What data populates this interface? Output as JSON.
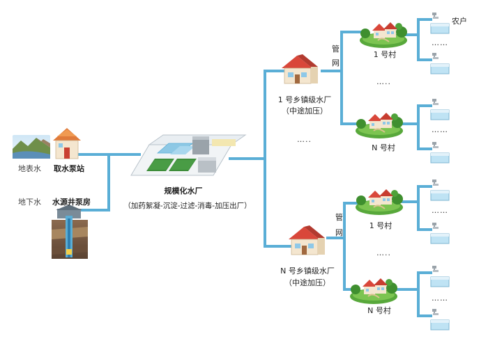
{
  "sources": {
    "surface_water": "地表水",
    "intake_pump_station": "取水泵站",
    "groundwater": "地下水",
    "well_pump_house": "水源井泵房"
  },
  "main_plant": {
    "name": "规模化水厂",
    "process": "（加药絮凝-沉淀-过滤-消毒-加压出厂）"
  },
  "town_plant_1": {
    "name": "1 号乡镇级水厂",
    "note": "（中途加压）"
  },
  "town_plant_n": {
    "name": "N 号乡镇级水厂",
    "note": "（中途加压）"
  },
  "pipe_network_label": [
    "管",
    "网"
  ],
  "villages": {
    "upper_1": "1 号村",
    "upper_n": "N 号村",
    "lower_1": "1 号村",
    "lower_n": "N 号村"
  },
  "households_label": "农户",
  "ellipsis": "……",
  "ellipsis_short": "…..",
  "colors": {
    "pipe": "#5aaed6",
    "roof": "#d9473a",
    "grass": "#58a83b",
    "tank_water": "#bfe3f4",
    "plant_grey": "#c8ccd0"
  }
}
